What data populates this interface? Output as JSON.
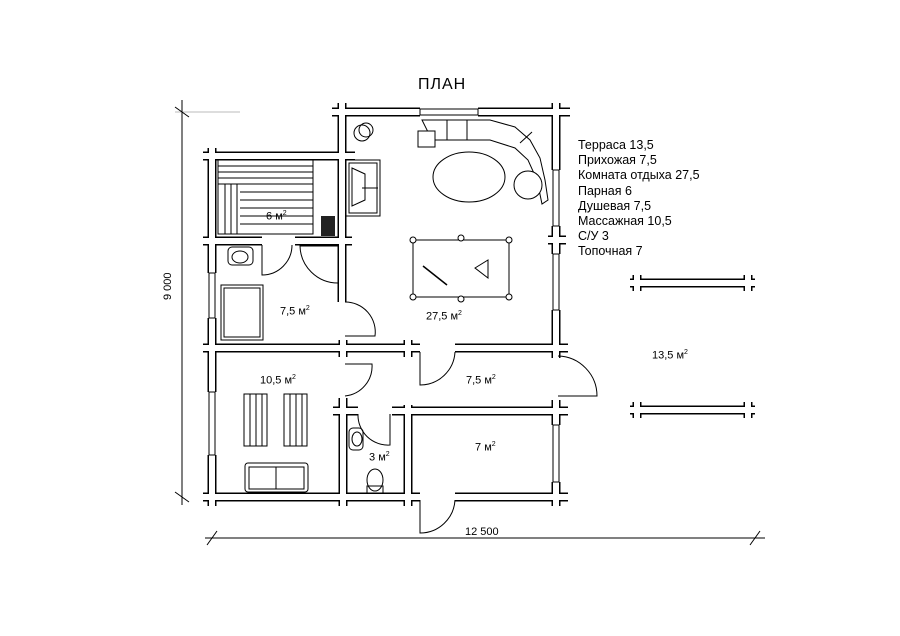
{
  "title": "ПЛАН",
  "dimensions": {
    "width": "12 500",
    "height": "9 000"
  },
  "unit": "м",
  "unit_sup": "2",
  "legend": [
    "Терраса 13,5",
    "Прихожая 7,5",
    "Комната отдыха 27,5",
    "Парная 6",
    "Душевая 7,5",
    "Массажная 10,5",
    "С/У 3",
    "Топочная 7"
  ],
  "rooms": {
    "steam": "6",
    "shower": "7,5",
    "rest": "27,5",
    "massage": "10,5",
    "hall": "7,5",
    "wc": "3",
    "boiler": "7",
    "terrace": "13,5"
  }
}
